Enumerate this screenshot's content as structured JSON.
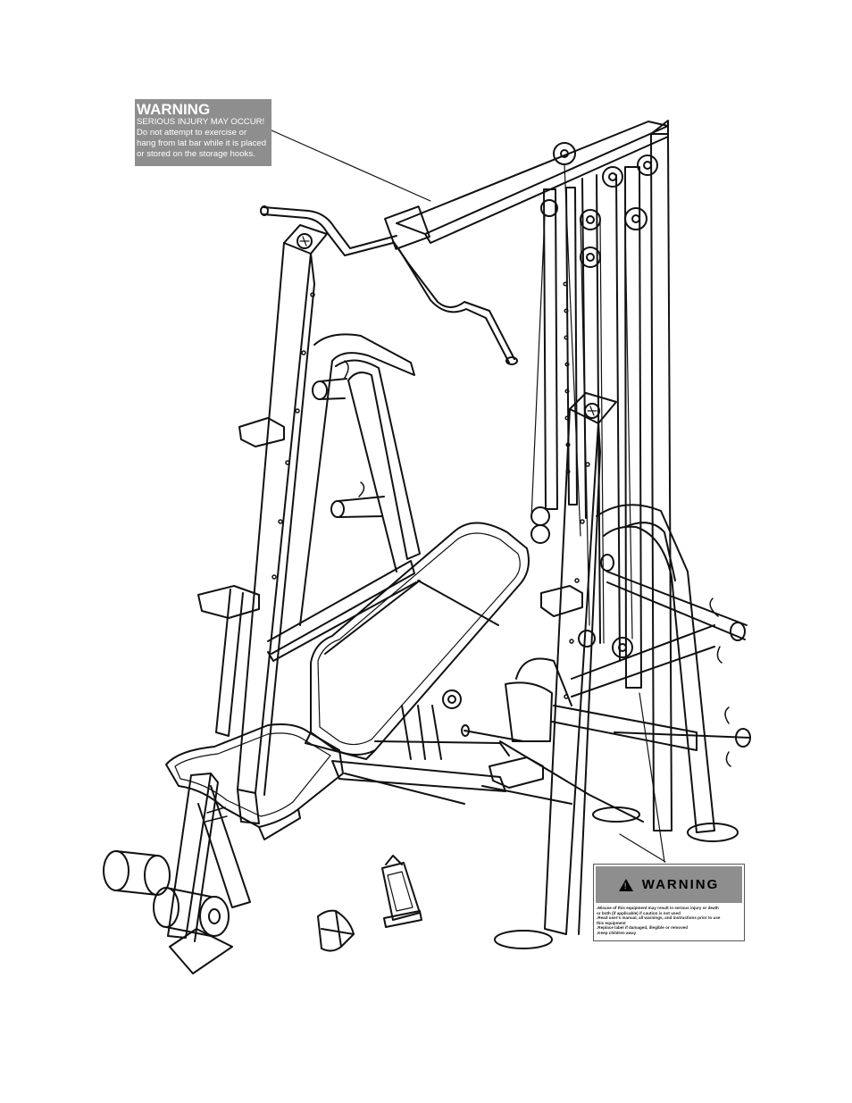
{
  "warning_top": {
    "title": "WARNING",
    "lines": [
      "SERIOUS INJURY MAY OCCUR!",
      "Do not attempt to exercise or",
      "hang from lat bar while it is placed",
      "or stored on the storage hooks."
    ]
  },
  "warning_bottom": {
    "title": "WARNING",
    "lines": [
      ".Misuse of this equipment may result in serious injury or death",
      " or both (if applicable) if caution is not used",
      ".Read user's manual, all warnings, and instructions prior to use",
      " this equipment",
      ".Replace label if damaged, illegible or removed",
      ".Keep children away"
    ]
  },
  "colors": {
    "label_gray": "#8e8e8e",
    "line_art": "#111111"
  }
}
